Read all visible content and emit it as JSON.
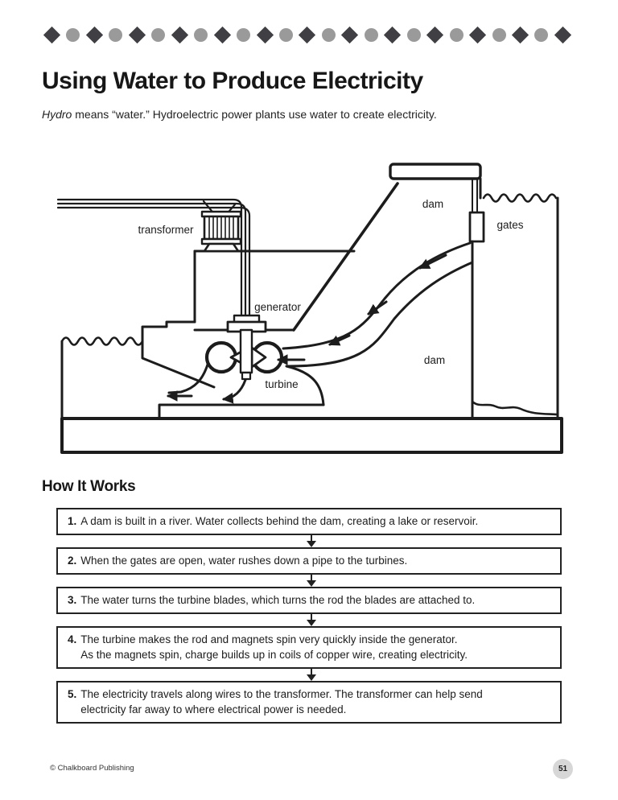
{
  "page": {
    "title": "Using Water to Produce Electricity",
    "subtitle_italic": "Hydro",
    "subtitle_rest": " means “water.” Hydroelectric power plants use water to create electricity.",
    "section_heading": "How It Works",
    "footer": {
      "copyright": "© Chalkboard Publishing",
      "page_number": "51"
    }
  },
  "decorative_border": {
    "shape_count": 25,
    "diamond_color": "#3f3f44",
    "circle_color": "#9a9a9a"
  },
  "diagram": {
    "line_color": "#1c1c1c",
    "labels": {
      "transformer": "transformer",
      "dam_top": "dam",
      "gates": "gates",
      "generator": "generator",
      "dam_lower": "dam",
      "turbine": "turbine"
    }
  },
  "steps": [
    {
      "number": "1.",
      "text": "A dam is built in a river. Water collects behind the dam, creating a lake or reservoir."
    },
    {
      "number": "2.",
      "text": "When the gates are open, water rushes down a pipe to the turbines."
    },
    {
      "number": "3.",
      "text": "The water turns the turbine blades, which turns the rod the blades are attached to."
    },
    {
      "number": "4.",
      "text": "The turbine makes the rod and magnets spin very quickly inside the generator.\nAs the magnets spin, charge builds up in coils of copper wire, creating electricity."
    },
    {
      "number": "5.",
      "text": "The electricity travels along wires to the transformer. The transformer can help send\nelectricity far away to where electrical power is needed."
    }
  ]
}
